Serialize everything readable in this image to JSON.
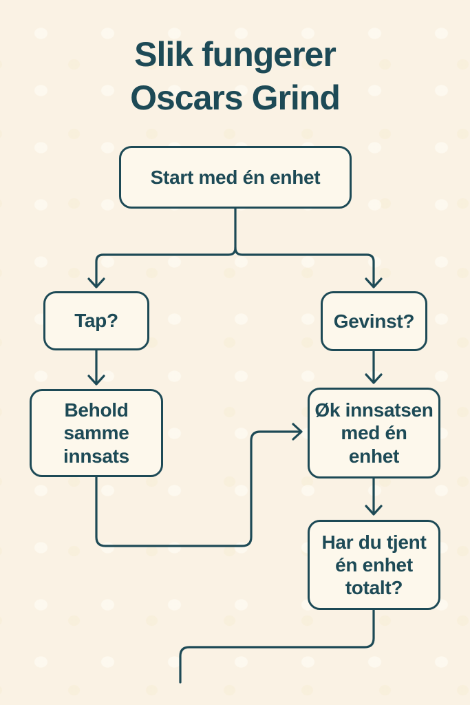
{
  "palette": {
    "background": "#faf2e4",
    "ink": "#1d4a56",
    "node_fill": "#fdf8ec"
  },
  "title": {
    "text": "Slik fungerer\nOscars Grind"
  },
  "flowchart": {
    "nodes": {
      "start": "Start med én enhet",
      "tap": "Tap?",
      "gevinst": "Gevinst?",
      "behold": "Behold\nsamme\ninnsats",
      "oek_innsats": "Øk innsatsen\nmed én\nenhet",
      "tjent": "Har du tjent\nén enhet\ntotalt?"
    },
    "edges": [
      {
        "from": "start",
        "to": "tap",
        "style": "arrow"
      },
      {
        "from": "start",
        "to": "gevinst",
        "style": "arrow"
      },
      {
        "from": "tap",
        "to": "behold",
        "style": "arrow"
      },
      {
        "from": "gevinst",
        "to": "oek_innsats",
        "style": "arrow"
      },
      {
        "from": "behold",
        "to": "oek_innsats",
        "style": "arrow-loop"
      },
      {
        "from": "oek_innsats",
        "to": "tjent",
        "style": "arrow"
      },
      {
        "from": "tjent",
        "to": "offscreen-bottom-left",
        "style": "line"
      }
    ]
  }
}
